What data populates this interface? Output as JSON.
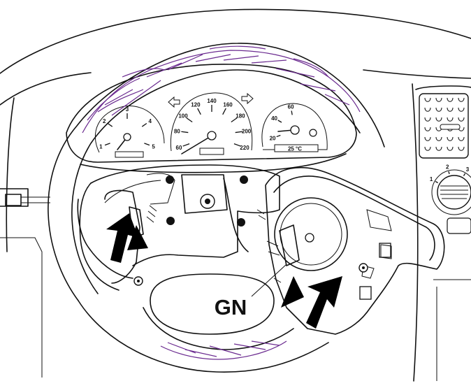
{
  "callout": {
    "label": "GN"
  },
  "gauges": {
    "tachometer": {
      "ticks": [
        "1",
        "2",
        "3",
        "4",
        "5"
      ]
    },
    "speedometer": {
      "ticks": [
        "60",
        "80",
        "100",
        "120",
        "140",
        "160",
        "180",
        "200",
        "220"
      ]
    },
    "temperature": {
      "ticks": [
        "20",
        "40",
        "60"
      ]
    },
    "display": {
      "temp_text": "25 °C"
    }
  },
  "vent_knob": {
    "ticks": [
      "1",
      "2",
      "3"
    ]
  },
  "colors": {
    "outline": "#111111",
    "scribble": "#6a2a8f",
    "arrow": "#000000",
    "background": "#ffffff"
  }
}
